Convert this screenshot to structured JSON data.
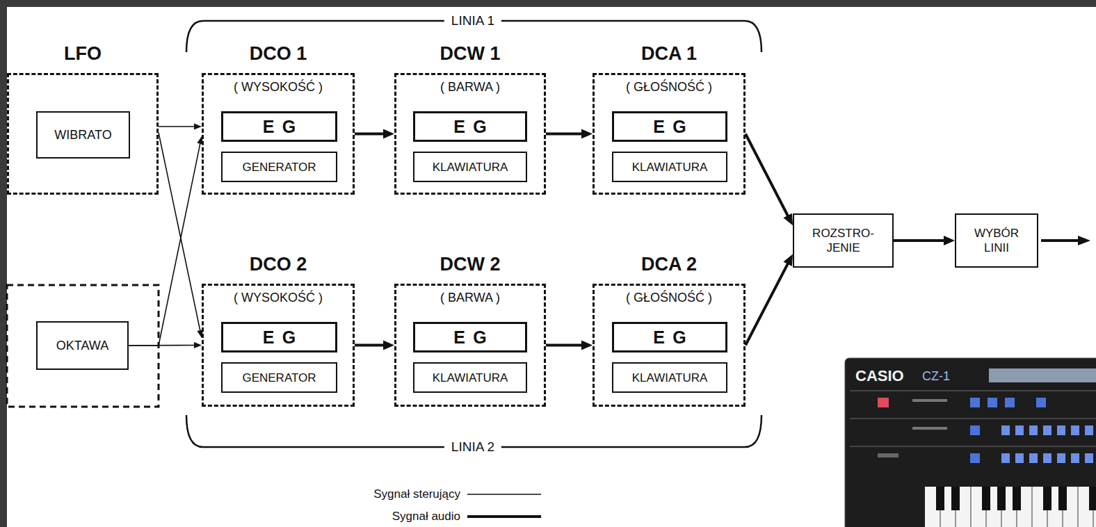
{
  "diagram": {
    "nodes": [
      {
        "text": [
          "LFO"
        ]
      },
      {
        "text": [
          "WIBRATO"
        ],
        "in": 0
      },
      {
        "text": [
          "OKTAWA"
        ]
      },
      {
        "text": [
          "DCO 1",
          "( WYSOKOŚĆ )"
        ]
      },
      {
        "text": [
          "EG"
        ],
        "in": 3
      },
      {
        "text": [
          "GENERATOR"
        ],
        "in": 3
      },
      {
        "text": [
          "DCW 1",
          "( BARWA )"
        ]
      },
      {
        "text": [
          "EG"
        ],
        "in": 6
      },
      {
        "text": [
          "KLAWIATURA"
        ],
        "in": 6
      },
      {
        "text": [
          "DCA 1",
          "( GŁOŚNOŚĆ )"
        ]
      },
      {
        "text": [
          "EG"
        ],
        "in": 9
      },
      {
        "text": [
          "KLAWIATURA"
        ],
        "in": 9
      },
      {
        "text": [
          "DCO 2",
          "( WYSOKOŚĆ )"
        ]
      },
      {
        "text": [
          "EG"
        ],
        "in": 12
      },
      {
        "text": [
          "GENERATOR"
        ],
        "in": 12
      },
      {
        "text": [
          "DCW 2",
          "( BARWA )"
        ]
      },
      {
        "text": [
          "EG"
        ],
        "in": 15
      },
      {
        "text": [
          "KLAWIATURA"
        ],
        "in": 15
      },
      {
        "text": [
          "DCA 2",
          "( GŁOŚNOŚĆ )"
        ]
      },
      {
        "text": [
          "EG"
        ],
        "in": 18
      },
      {
        "text": [
          "KLAWIATURA"
        ],
        "in": 18
      },
      {
        "text": [
          "ROZSTRO- JENIE"
        ]
      },
      {
        "text": [
          "WYBÓR LINII"
        ]
      }
    ],
    "edges": [
      {
        "from": 0,
        "to": 3,
        "arrow": "to"
      },
      {
        "from": 0,
        "to": 12,
        "arrow": "to"
      },
      {
        "from": 2,
        "to": 3,
        "arrow": "to"
      },
      {
        "from": 2,
        "to": 12,
        "arrow": "to"
      },
      {
        "from": 3,
        "to": 6,
        "arrow": "to"
      },
      {
        "from": 6,
        "to": 9,
        "arrow": "to"
      },
      {
        "from": 9,
        "to": 21,
        "arrow": "to"
      },
      {
        "from": 12,
        "to": 15,
        "arrow": "to"
      },
      {
        "from": 15,
        "to": 18,
        "arrow": "to"
      },
      {
        "from": 18,
        "to": 21,
        "arrow": "to"
      },
      {
        "from": 21,
        "to": 22,
        "arrow": "to"
      }
    ],
    "labels": [
      "LINIA 1",
      "LINIA 2",
      "CASIO",
      "CZ-1"
    ],
    "legend": [
      {
        "text": "Sygnał sterujący"
      },
      {
        "text": "Sygnał audio"
      }
    ]
  }
}
